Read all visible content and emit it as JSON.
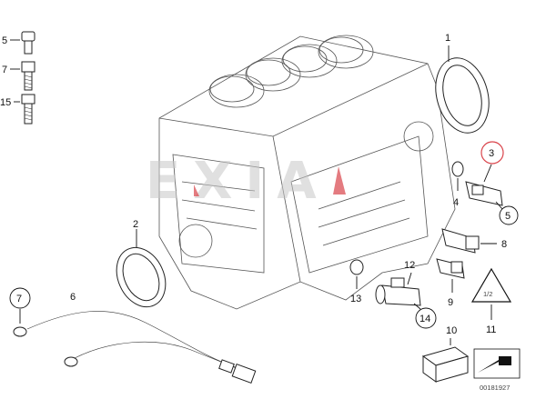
{
  "diagram": {
    "callouts": [
      {
        "id": "c1",
        "label": "1"
      },
      {
        "id": "c2",
        "label": "2"
      },
      {
        "id": "c3",
        "label": "3",
        "highlighted": true
      },
      {
        "id": "c4",
        "label": "4"
      },
      {
        "id": "c5",
        "label": "5",
        "circled": true
      },
      {
        "id": "c6",
        "label": "6"
      },
      {
        "id": "c7",
        "label": "7",
        "circled": true
      },
      {
        "id": "c8",
        "label": "8"
      },
      {
        "id": "c9",
        "label": "9"
      },
      {
        "id": "c10",
        "label": "10"
      },
      {
        "id": "c11",
        "label": "11"
      },
      {
        "id": "c12",
        "label": "12"
      },
      {
        "id": "c13",
        "label": "13"
      },
      {
        "id": "c14",
        "label": "14",
        "circled": true
      }
    ],
    "side_parts": [
      {
        "id": "s5",
        "label": "5"
      },
      {
        "id": "s7",
        "label": "7"
      },
      {
        "id": "s15",
        "label": "15"
      }
    ],
    "watermark": "EXIA",
    "reference_number": "00181927",
    "highlight_color": "#d9434a",
    "line_color": "#111111"
  }
}
